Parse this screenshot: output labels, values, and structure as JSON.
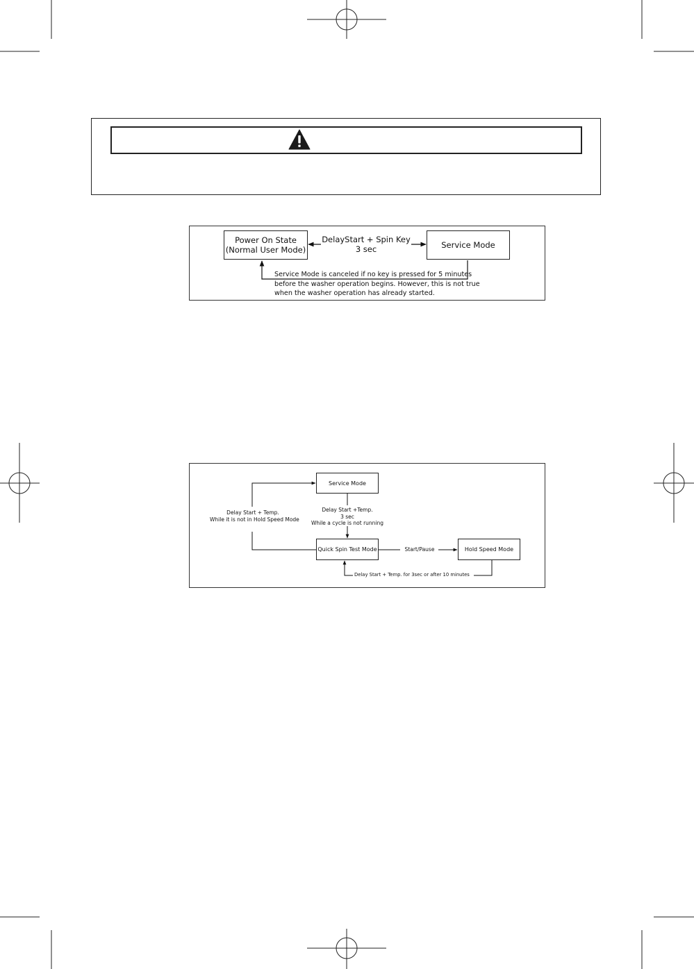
{
  "caution": {
    "icon": "warning-triangle-icon",
    "text": ""
  },
  "diagram1": {
    "node_power": [
      "Power On State",
      "(Normal User Mode)"
    ],
    "node_service": "Service Mode",
    "edge_label": [
      "DelayStart + Spin Key",
      "3 sec"
    ],
    "note": [
      "Service Mode is canceled if no key is pressed for 5 minutes",
      "before the washer operation begins. However, this is not true",
      "when the washer operation has already started."
    ]
  },
  "diagram2": {
    "node_service": "Service Mode",
    "node_quickspin": "Quick Spin Test Mode",
    "node_hold": "Hold Speed Mode",
    "label_down": [
      "Delay Start +Temp.",
      "3 sec",
      "While a cycle is not running"
    ],
    "label_left": [
      "Delay Start + Temp.",
      "While it is not in Hold Speed Mode"
    ],
    "label_right": "Start/Pause",
    "label_bottom": "Delay Start + Temp. for 3sec or after 10 minutes"
  }
}
